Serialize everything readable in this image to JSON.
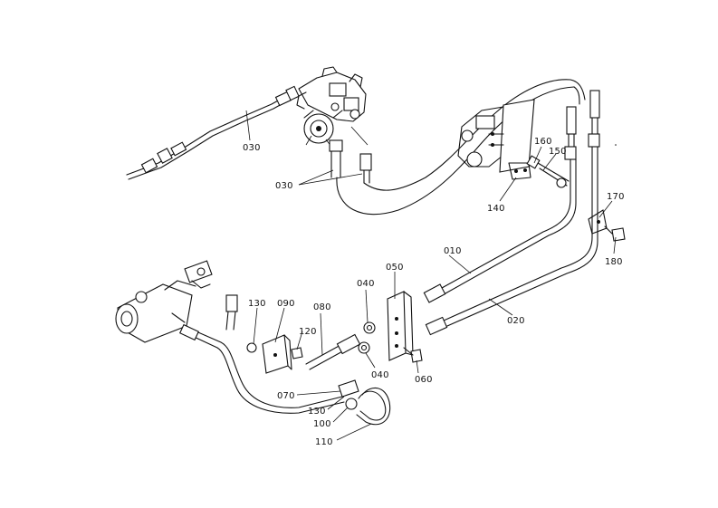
{
  "diagram": {
    "callouts": [
      {
        "id": "c030a",
        "text": "030"
      },
      {
        "id": "c030b",
        "text": "030"
      },
      {
        "id": "c160",
        "text": "160"
      },
      {
        "id": "c150",
        "text": "150"
      },
      {
        "id": "c140",
        "text": "140"
      },
      {
        "id": "c170",
        "text": "170"
      },
      {
        "id": "c180",
        "text": "180"
      },
      {
        "id": "c010",
        "text": "010"
      },
      {
        "id": "c020",
        "text": "020"
      },
      {
        "id": "c050",
        "text": "050"
      },
      {
        "id": "c040a",
        "text": "040"
      },
      {
        "id": "c040b",
        "text": "040"
      },
      {
        "id": "c060",
        "text": "060"
      },
      {
        "id": "c080",
        "text": "080"
      },
      {
        "id": "c090",
        "text": "090"
      },
      {
        "id": "c130a",
        "text": "130"
      },
      {
        "id": "c120",
        "text": "120"
      },
      {
        "id": "c070",
        "text": "070"
      },
      {
        "id": "c130b",
        "text": "130"
      },
      {
        "id": "c100",
        "text": "100"
      },
      {
        "id": "c110",
        "text": "110"
      }
    ]
  }
}
